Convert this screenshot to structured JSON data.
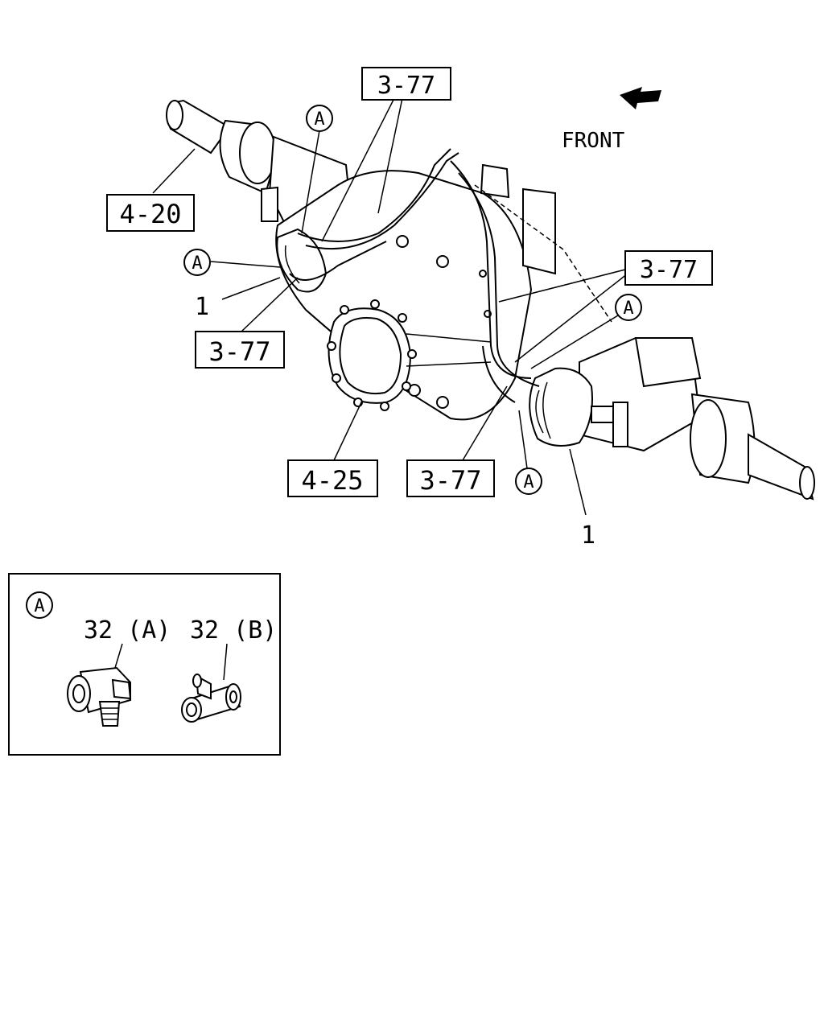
{
  "direction": {
    "text": "FRONT",
    "arrow": "arrow-left-icon"
  },
  "callouts": {
    "pipe_top": "3-77",
    "pipe_right": "3-77",
    "pipe_left": "3-77",
    "pipe_bottom": "3-77",
    "axle_left": "4-20",
    "cover": "4-25"
  },
  "item_numbers": {
    "chamber_left": "1",
    "chamber_right": "1"
  },
  "detail_refs": {
    "top": "A",
    "left": "A",
    "right": "A",
    "bottom": "A"
  },
  "detail_box": {
    "ref": "A",
    "part_a_label": "32 (A)",
    "part_b_label": "32 (B)"
  }
}
